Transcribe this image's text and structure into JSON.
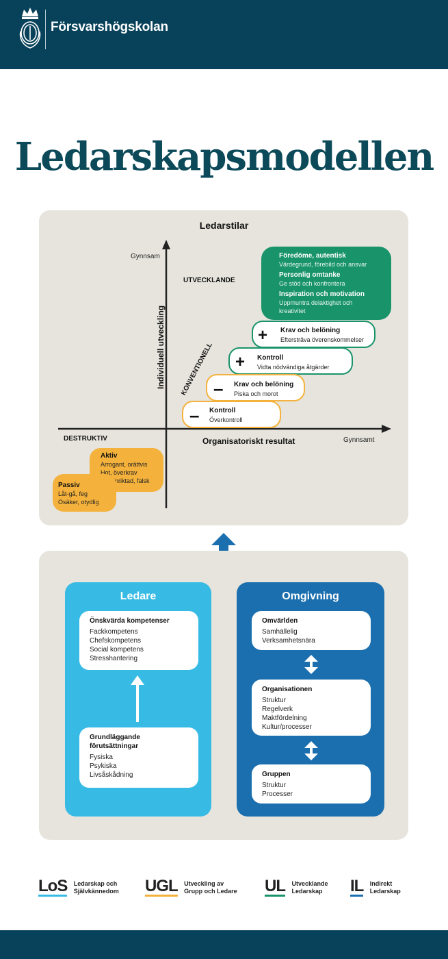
{
  "header": {
    "org_name": "Försvarshögskolan",
    "logo_icon": "crown-crest-icon"
  },
  "title": "Ledarskapsmodellen",
  "model": {
    "panel_title": "Ledarstilar",
    "y_axis_label": "Individuell utveckling",
    "x_axis_label": "Organisatoriskt resultat",
    "y_axis_end": "Gynnsam",
    "x_axis_end": "Gynnsamt",
    "zones": {
      "developing": "UTVECKLANDE",
      "conventional": "KONVENTIONELL",
      "destructive": "DESTRUKTIV"
    },
    "developing_items": [
      {
        "title": "Föredöme, autentisk",
        "text": "Värdegrund, förebild och ansvar"
      },
      {
        "title": "Personlig omtanke",
        "text": "Ge stöd och konfrontera"
      },
      {
        "title": "Inspiration och motivation",
        "text": "Uppmuntra delaktighet och kreativitet"
      }
    ],
    "conventional_items": [
      {
        "sign": "+",
        "title": "Krav och belöning",
        "text": "Eftersträva överenskommelser"
      },
      {
        "sign": "+",
        "title": "Kontroll",
        "text": "Vidta nödvändiga åtgärder"
      },
      {
        "sign": "–",
        "title": "Krav och belöning",
        "text": "Piska och morot"
      },
      {
        "sign": "–",
        "title": "Kontroll",
        "text": "Överkontroll"
      }
    ],
    "destructive_items": [
      {
        "title": "Aktiv",
        "lines": [
          "Arrogant, orättvis",
          "Hot, överkrav",
          "Ego-inriktad, falsk"
        ]
      },
      {
        "title": "Passiv",
        "lines": [
          "Låt-gå, feg",
          "Osäker, otydlig"
        ]
      }
    ]
  },
  "factors": {
    "leader": {
      "title": "Ledare",
      "cards": [
        {
          "title": "Önskvärda kompetenser",
          "lines": [
            "Fackkompetens",
            "Chefskompetens",
            "Social kompetens",
            "Stresshantering"
          ]
        },
        {
          "title": "Grundläggande förutsättningar",
          "lines": [
            "Fysiska",
            "Psykiska",
            "Livsåskådning"
          ]
        }
      ]
    },
    "environment": {
      "title": "Omgivning",
      "cards": [
        {
          "title": "Omvärlden",
          "lines": [
            "Samhällelig",
            "Verksamhetsnära"
          ]
        },
        {
          "title": "Organisationen",
          "lines": [
            "Struktur",
            "Regelverk",
            "Maktfördelning",
            "Kultur/processer"
          ]
        },
        {
          "title": "Gruppen",
          "lines": [
            "Struktur",
            "Processer"
          ]
        }
      ]
    }
  },
  "footer_logos": [
    {
      "mark": "LoS",
      "text": [
        "Ledarskap och",
        "Självkännedom"
      ]
    },
    {
      "mark": "UGL",
      "text": [
        "Utveckling av",
        "Grupp och Ledare"
      ]
    },
    {
      "mark": "UL",
      "text": [
        "Utvecklande",
        "Ledarskap"
      ]
    },
    {
      "mark": "IL",
      "text": [
        "Indirekt",
        "Ledarskap"
      ]
    }
  ],
  "colors": {
    "brand_dark": "#08425a",
    "title_teal": "#0c4a5a",
    "green": "#19936a",
    "orange": "#f4b23c",
    "light_blue": "#37bbe4",
    "dark_blue": "#1b6fae",
    "panel_gray": "#e6e4dd"
  }
}
